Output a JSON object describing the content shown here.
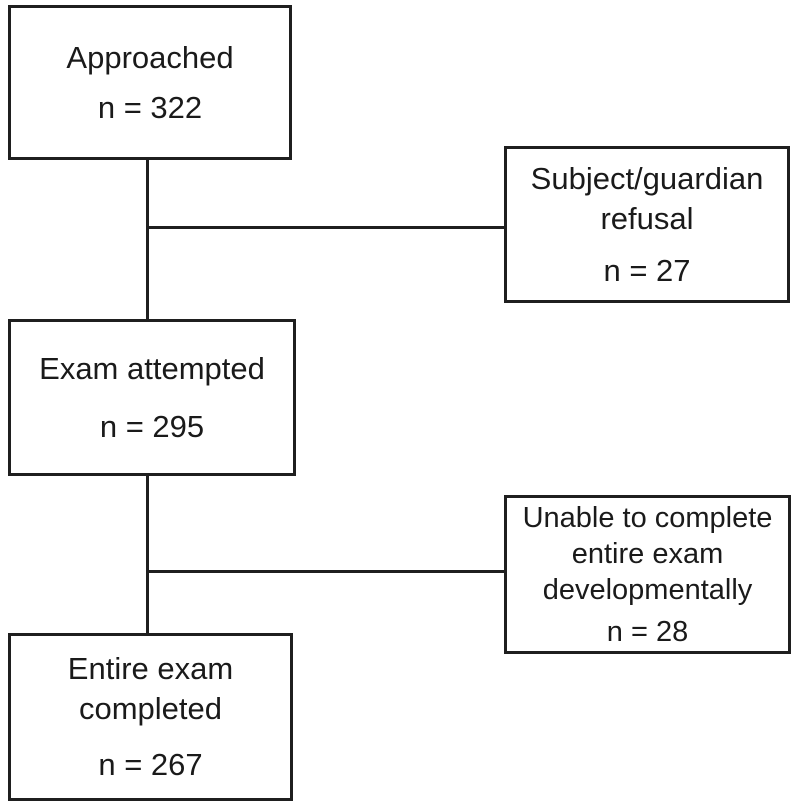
{
  "flowchart": {
    "approached": {
      "label": "Approached",
      "count": "n = 322"
    },
    "refusal": {
      "label_lines": [
        "Subject/guardian",
        "refusal"
      ],
      "count": "n = 27"
    },
    "attempted": {
      "label": "Exam attempted",
      "count": "n = 295"
    },
    "unable": {
      "label_lines": [
        "Unable to complete",
        "entire exam",
        "developmentally"
      ],
      "count": "n = 28"
    },
    "completed": {
      "label_lines": [
        "Entire exam",
        "completed"
      ],
      "count": "n = 267"
    }
  }
}
